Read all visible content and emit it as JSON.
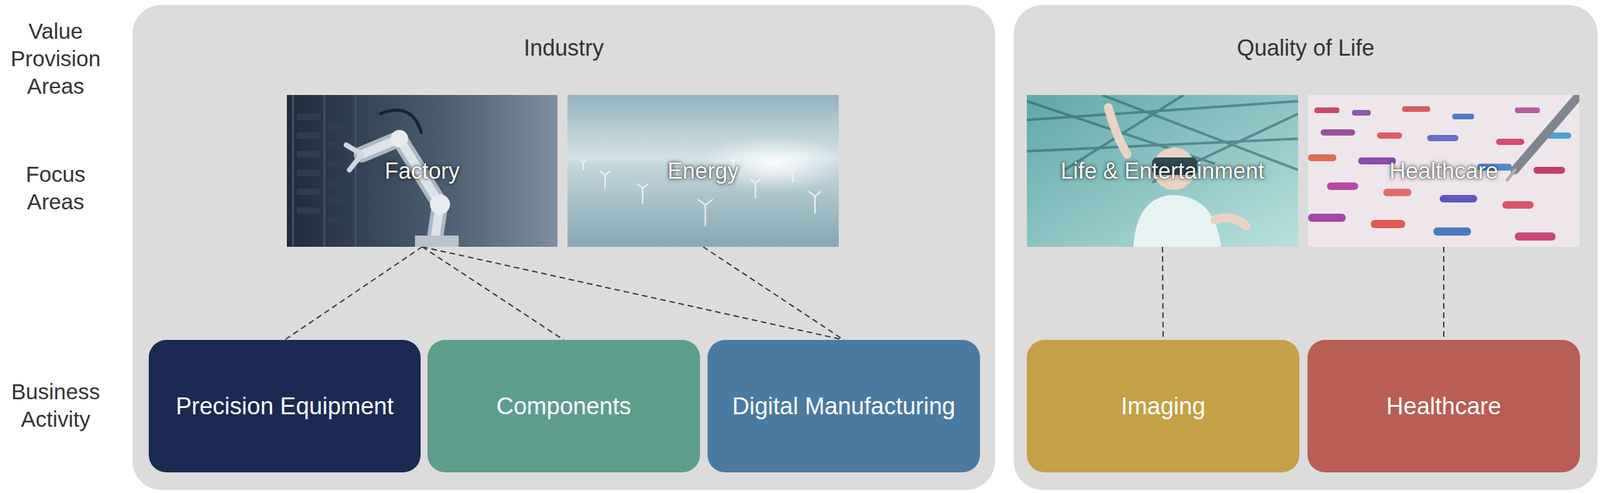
{
  "diagram": {
    "nodes": [
      {
        "text": [
          "Industry"
        ]
      },
      {
        "text": [
          "Factory"
        ],
        "in": 0
      },
      {
        "text": [
          "Energy"
        ],
        "in": 0
      },
      {
        "text": [
          "Precision Equipment"
        ],
        "in": 0
      },
      {
        "text": [
          "Components"
        ],
        "in": 0
      },
      {
        "text": [
          "Digital Manufacturing"
        ],
        "in": 0
      },
      {
        "text": [
          "Quality of Life"
        ]
      },
      {
        "text": [
          "Life & Entertainment"
        ],
        "in": 6
      },
      {
        "text": [
          "Healthcare"
        ],
        "in": 6
      },
      {
        "text": [
          "Imaging"
        ],
        "in": 6
      },
      {
        "text": [
          "Healthcare"
        ],
        "in": 6
      }
    ],
    "edges": [
      {
        "from": 1,
        "to": 3,
        "arrow": "none"
      },
      {
        "from": 1,
        "to": 4,
        "arrow": "none"
      },
      {
        "from": 1,
        "to": 5,
        "arrow": "none"
      },
      {
        "from": 2,
        "to": 5,
        "arrow": "none"
      },
      {
        "from": 7,
        "to": 9,
        "arrow": "none"
      },
      {
        "from": 8,
        "to": 10,
        "arrow": "none"
      }
    ],
    "labels": [
      "Value Provision Areas",
      "Focus Areas",
      "Business Activity"
    ]
  }
}
